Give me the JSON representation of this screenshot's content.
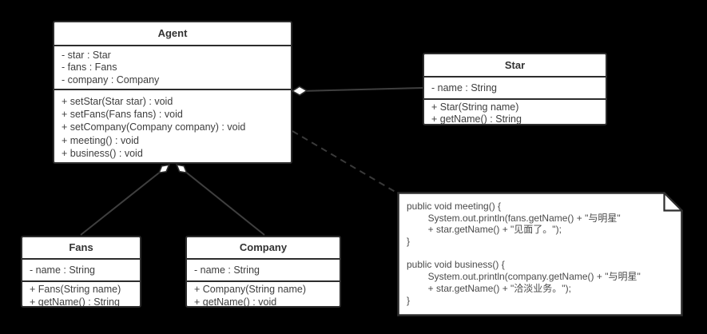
{
  "colors": {
    "background": "#000000",
    "box_fill": "#ffffff",
    "box_border": "#2d2d2d",
    "text": "#3e3e3e",
    "line": "#3f3f3f"
  },
  "classes": {
    "agent": {
      "name": "Agent",
      "attributes": [
        "- star : Star",
        "- fans : Fans",
        "- company : Company"
      ],
      "methods": [
        "+ setStar(Star star) : void",
        "+ setFans(Fans fans) : void",
        "+ setCompany(Company company) : void",
        "+ meeting() : void",
        "+ business() : void"
      ]
    },
    "star": {
      "name": "Star",
      "attributes": [
        "- name : String"
      ],
      "methods": [
        "+ Star(String name)",
        "+ getName() : String"
      ]
    },
    "fans": {
      "name": "Fans",
      "attributes": [
        "- name : String"
      ],
      "methods": [
        "+ Fans(String name)",
        "+ getName() : String"
      ]
    },
    "company": {
      "name": "Company",
      "attributes": [
        "- name : String"
      ],
      "methods": [
        "+ Company(String name)",
        "+ getName() : void"
      ]
    }
  },
  "note": {
    "lines": [
      "public void meeting() {",
      "        System.out.println(fans.getName() + \"与明星\"",
      "        + star.getName() + \"见面了。\");",
      "}",
      "",
      "public void business() {",
      "        System.out.println(company.getName() + \"与明星\"",
      "        + star.getName() + \"洽淡业务。\");",
      "}"
    ]
  },
  "relationships": [
    {
      "type": "aggregation",
      "whole": "Agent",
      "part": "Star"
    },
    {
      "type": "aggregation",
      "whole": "Agent",
      "part": "Fans"
    },
    {
      "type": "aggregation",
      "whole": "Agent",
      "part": "Company"
    },
    {
      "type": "dashed-anchor",
      "from": "Agent",
      "to": "code-note"
    }
  ]
}
